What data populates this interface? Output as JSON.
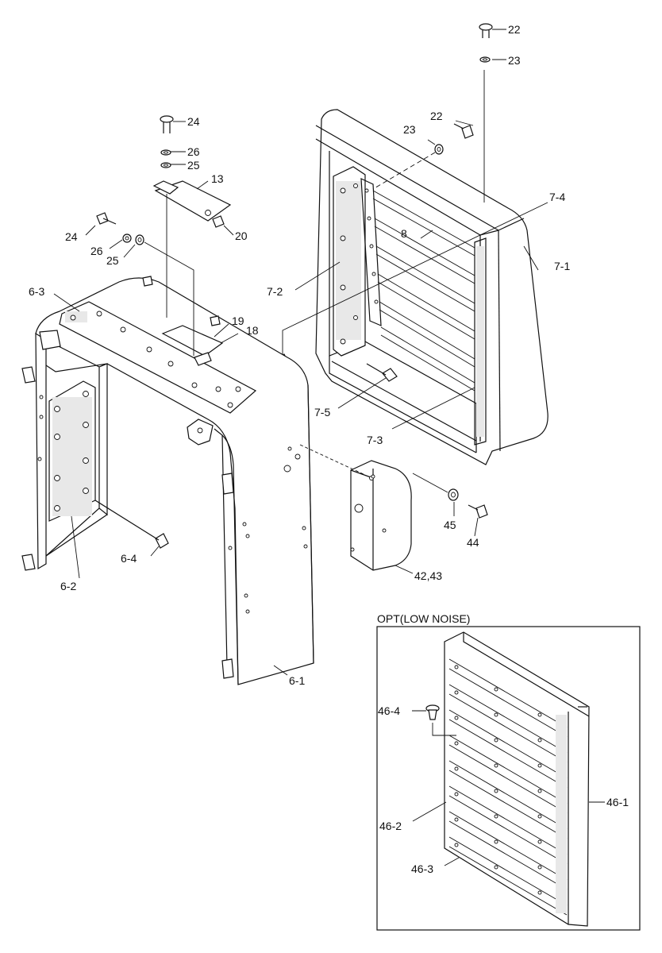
{
  "labels": {
    "p22a": "22",
    "p23a": "23",
    "p22b": "22",
    "p23b": "23",
    "p24a": "24",
    "p26a": "26",
    "p25a": "25",
    "p13": "13",
    "p20": "20",
    "p24b": "24",
    "p26b": "26",
    "p25b": "25",
    "p7_4": "7-4",
    "p8": "8",
    "p7_1": "7-1",
    "p7_2": "7-2",
    "p6_3": "6-3",
    "p19": "19",
    "p18": "18",
    "p7_5": "7-5",
    "p7_3": "7-3",
    "p45": "45",
    "p44": "44",
    "p42_43": "42,43",
    "p6_4": "6-4",
    "p6_2": "6-2",
    "p6_1": "6-1",
    "opt_title": "OPT(LOW NOISE)",
    "p46_4": "46-4",
    "p46_1": "46-1",
    "p46_2": "46-2",
    "p46_3": "46-3"
  }
}
